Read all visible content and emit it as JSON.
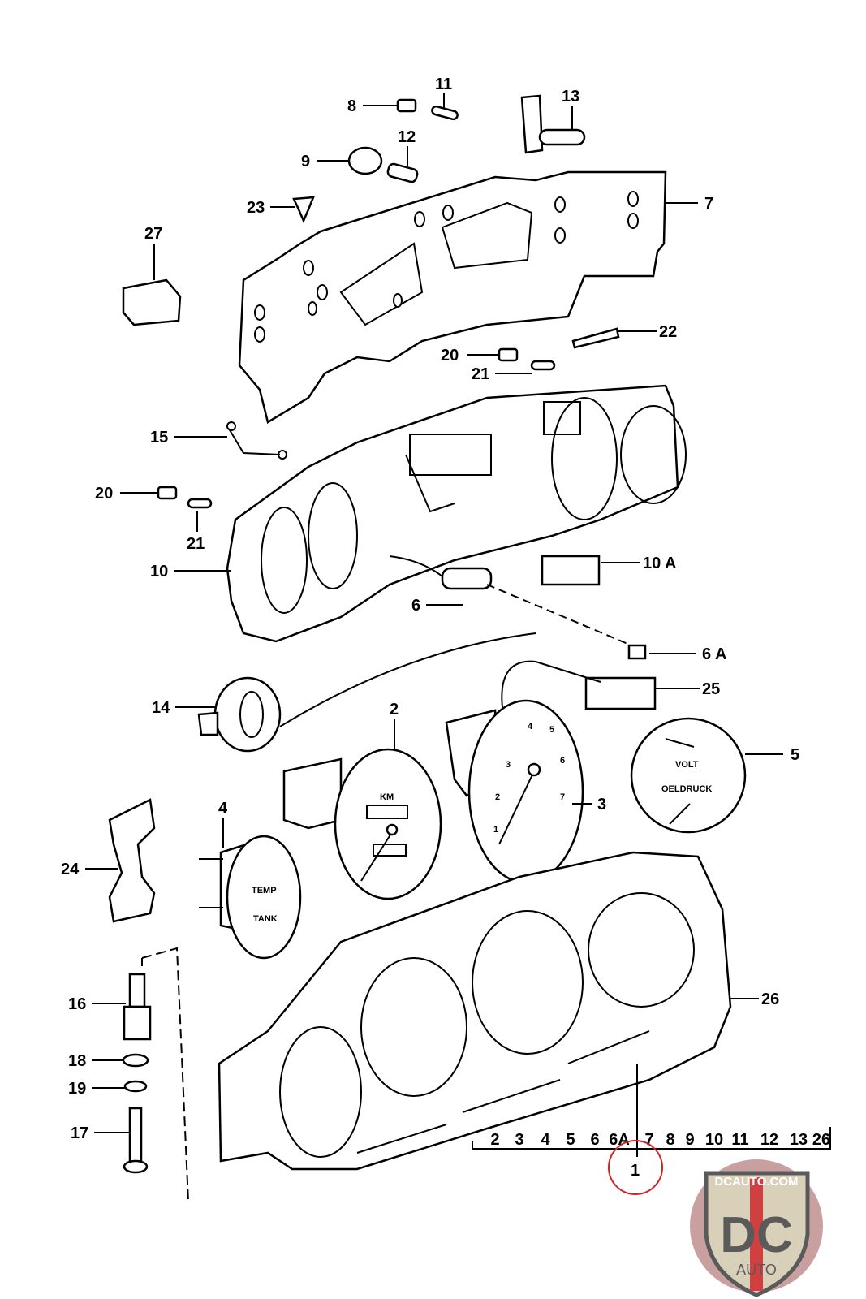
{
  "callouts": {
    "c11": "11",
    "c8": "8",
    "c13": "13",
    "c12": "12",
    "c9": "9",
    "c23": "23",
    "c27": "27",
    "c7": "7",
    "c22": "22",
    "c20a": "20",
    "c21a": "21",
    "c15": "15",
    "c20b": "20",
    "c21b": "21",
    "c10": "10",
    "c10a": "10 A",
    "c6": "6",
    "c6a": "6 A",
    "c25": "25",
    "c14": "14",
    "c2": "2",
    "c5": "5",
    "c3": "3",
    "c4": "4",
    "c24": "24",
    "c16": "16",
    "c26": "26",
    "c18": "18",
    "c19": "19",
    "c17": "17"
  },
  "assembly": {
    "includes": [
      "2",
      "3",
      "4",
      "5",
      "6",
      "6A",
      "7",
      "8",
      "9",
      "10",
      "11",
      "12",
      "13",
      "26"
    ],
    "part_number": "1",
    "highlight_color": "#d42020"
  },
  "gauges": {
    "speedo_text": "KM",
    "volt_text": "VOLT",
    "oil_text": "OELDRUCK",
    "temp_text": "TEMP",
    "tank_text": "TANK",
    "tacho_numbers": [
      "1",
      "2",
      "3",
      "4",
      "5",
      "6",
      "7"
    ]
  },
  "logo": {
    "site": "DCAUTO.COM",
    "mark": "DC",
    "word": "AUTO",
    "colors": {
      "badge": "#c9a0a0",
      "shield": "#d8d0b8",
      "letters": "#5a5a5a",
      "stripe": "#d04040"
    }
  }
}
